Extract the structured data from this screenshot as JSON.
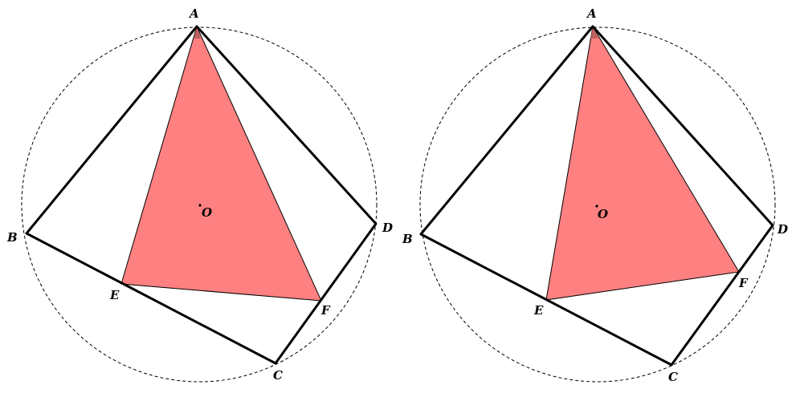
{
  "figures": [
    {
      "labels": {
        "A": "A",
        "B": "B",
        "C": "C",
        "D": "D",
        "E": "E",
        "F": "F",
        "O": "O"
      }
    },
    {
      "labels": {
        "A": "A",
        "B": "B",
        "C": "C",
        "D": "D",
        "E": "E",
        "F": "F",
        "O": "O"
      }
    }
  ],
  "colors": {
    "triangle_fill": "#ff8080",
    "angle_mark": "#b05a5a",
    "lines": "#000000"
  }
}
